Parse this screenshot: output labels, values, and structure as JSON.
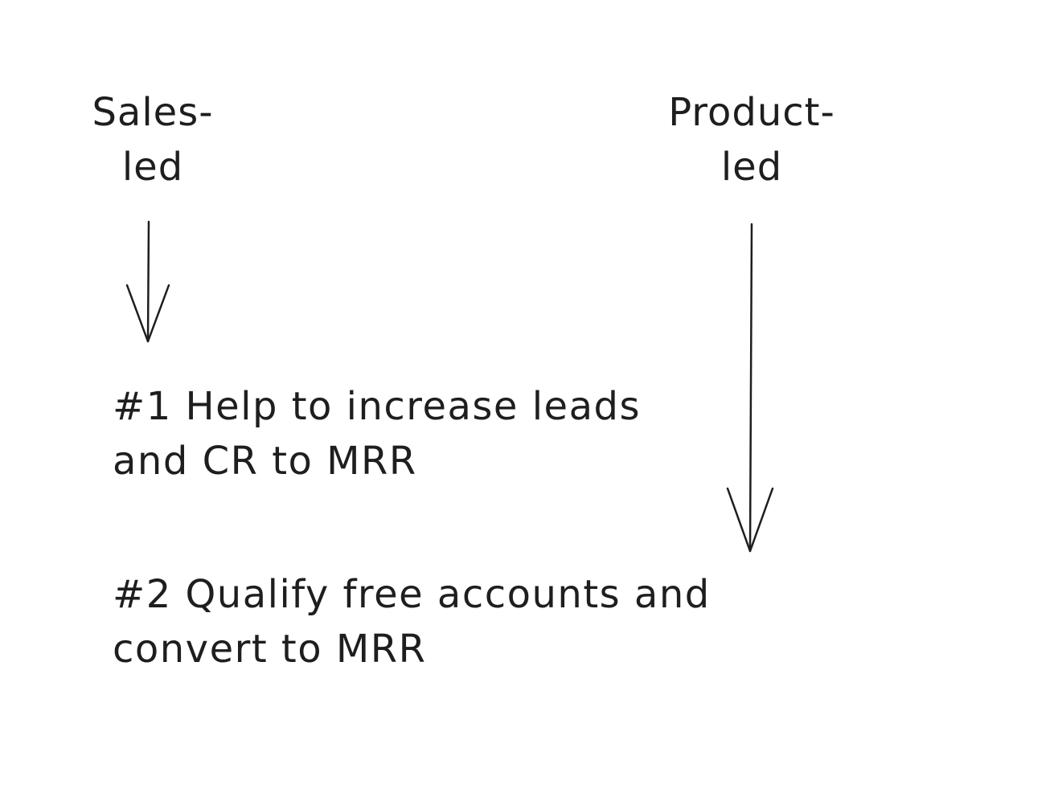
{
  "diagram": {
    "sales_led": {
      "label": "Sales-\nled"
    },
    "product_led": {
      "label": "Product-\nled"
    },
    "item_1": {
      "text": "#1 Help to increase leads\nand CR to MRR"
    },
    "item_2": {
      "text": "#2 Qualify free accounts and\nconvert to MRR"
    },
    "stroke_color": "#1e1e1e"
  }
}
